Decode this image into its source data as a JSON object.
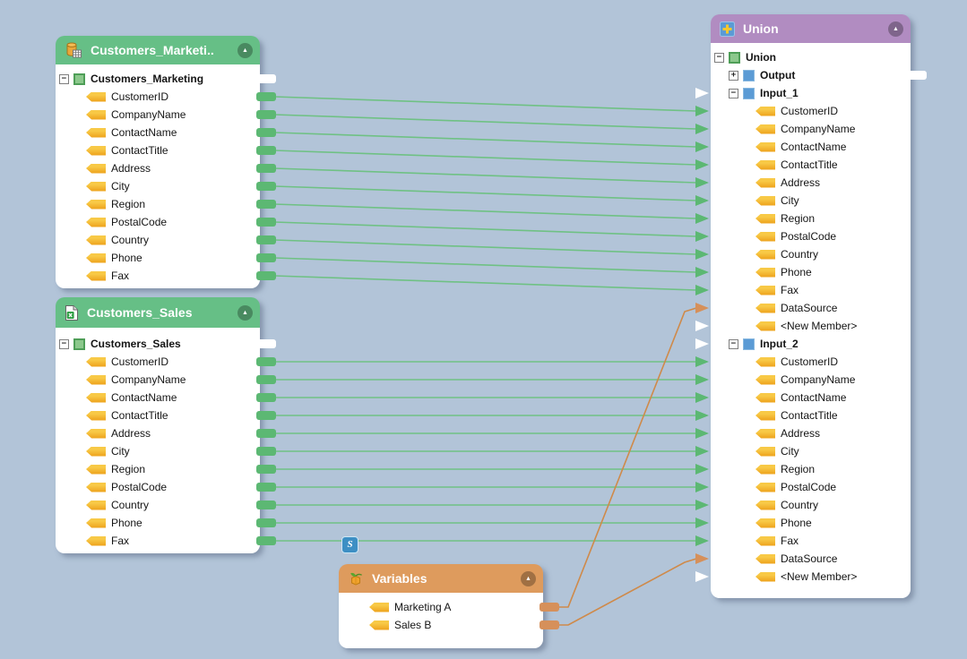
{
  "canvas": {
    "background": "#b2c4d8"
  },
  "theme": {
    "green_header": "#66bf86",
    "purple_header": "#b18cc1",
    "orange_header": "#de9b5d",
    "wire_green": "#6fc184",
    "wire_orange": "#cf8a4a",
    "stub_green": "#5cb873",
    "stub_orange": "#d6905a",
    "stub_white": "#ffffff",
    "badge_blue": "#3d8fc4"
  },
  "row_icons": {
    "element": "tag-icon",
    "root": "table-node-icon",
    "node": "structure-node-icon"
  },
  "expand_glyphs": {
    "minus": "−",
    "plus": "+"
  },
  "collapse_glyph": "▲",
  "components": [
    {
      "id": "customers_marketing",
      "title": "Customers_Marketi..",
      "icon": "database-table-icon",
      "header_color": "#66bf86",
      "rows": [
        {
          "label": "Customers_Marketing",
          "kind": "root",
          "bold": true,
          "expand": "minus",
          "indent": 0,
          "out": "white"
        },
        {
          "label": "CustomerID",
          "kind": "element",
          "indent": 1,
          "out": "green"
        },
        {
          "label": "CompanyName",
          "kind": "element",
          "indent": 1,
          "out": "green"
        },
        {
          "label": "ContactName",
          "kind": "element",
          "indent": 1,
          "out": "green"
        },
        {
          "label": "ContactTitle",
          "kind": "element",
          "indent": 1,
          "out": "green"
        },
        {
          "label": "Address",
          "kind": "element",
          "indent": 1,
          "out": "green"
        },
        {
          "label": "City",
          "kind": "element",
          "indent": 1,
          "out": "green"
        },
        {
          "label": "Region",
          "kind": "element",
          "indent": 1,
          "out": "green"
        },
        {
          "label": "PostalCode",
          "kind": "element",
          "indent": 1,
          "out": "green"
        },
        {
          "label": "Country",
          "kind": "element",
          "indent": 1,
          "out": "green"
        },
        {
          "label": "Phone",
          "kind": "element",
          "indent": 1,
          "out": "green"
        },
        {
          "label": "Fax",
          "kind": "element",
          "indent": 1,
          "out": "green"
        }
      ]
    },
    {
      "id": "customers_sales",
      "title": "Customers_Sales",
      "icon": "excel-file-icon",
      "header_color": "#66bf86",
      "rows": [
        {
          "label": "Customers_Sales",
          "kind": "root",
          "bold": true,
          "expand": "minus",
          "indent": 0,
          "out": "white"
        },
        {
          "label": "CustomerID",
          "kind": "element",
          "indent": 1,
          "out": "green"
        },
        {
          "label": "CompanyName",
          "kind": "element",
          "indent": 1,
          "out": "green"
        },
        {
          "label": "ContactName",
          "kind": "element",
          "indent": 1,
          "out": "green"
        },
        {
          "label": "ContactTitle",
          "kind": "element",
          "indent": 1,
          "out": "green"
        },
        {
          "label": "Address",
          "kind": "element",
          "indent": 1,
          "out": "green"
        },
        {
          "label": "City",
          "kind": "element",
          "indent": 1,
          "out": "green"
        },
        {
          "label": "Region",
          "kind": "element",
          "indent": 1,
          "out": "green"
        },
        {
          "label": "PostalCode",
          "kind": "element",
          "indent": 1,
          "out": "green"
        },
        {
          "label": "Country",
          "kind": "element",
          "indent": 1,
          "out": "green"
        },
        {
          "label": "Phone",
          "kind": "element",
          "indent": 1,
          "out": "green"
        },
        {
          "label": "Fax",
          "kind": "element",
          "indent": 1,
          "out": "green"
        }
      ]
    },
    {
      "id": "variables",
      "title": "Variables",
      "icon": "variable-icon",
      "header_color": "#de9b5d",
      "badge": "S",
      "rows": [
        {
          "label": "Marketing A",
          "kind": "element",
          "indent": 1,
          "out": "orange"
        },
        {
          "label": "Sales B",
          "kind": "element",
          "indent": 1,
          "out": "orange"
        }
      ]
    },
    {
      "id": "union",
      "title": "Union",
      "icon": "union-icon",
      "header_color": "#b18cc1",
      "rows": [
        {
          "label": "Union",
          "kind": "root",
          "bold": true,
          "expand": "minus",
          "indent": 0
        },
        {
          "label": "Output",
          "kind": "node",
          "bold": true,
          "expand": "plus",
          "indent": 1,
          "out": "white"
        },
        {
          "label": "Input_1",
          "kind": "node",
          "bold": true,
          "expand": "minus",
          "indent": 1,
          "in": "white"
        },
        {
          "label": "CustomerID",
          "kind": "element",
          "indent": 2,
          "in": "green"
        },
        {
          "label": "CompanyName",
          "kind": "element",
          "indent": 2,
          "in": "green"
        },
        {
          "label": "ContactName",
          "kind": "element",
          "indent": 2,
          "in": "green"
        },
        {
          "label": "ContactTitle",
          "kind": "element",
          "indent": 2,
          "in": "green"
        },
        {
          "label": "Address",
          "kind": "element",
          "indent": 2,
          "in": "green"
        },
        {
          "label": "City",
          "kind": "element",
          "indent": 2,
          "in": "green"
        },
        {
          "label": "Region",
          "kind": "element",
          "indent": 2,
          "in": "green"
        },
        {
          "label": "PostalCode",
          "kind": "element",
          "indent": 2,
          "in": "green"
        },
        {
          "label": "Country",
          "kind": "element",
          "indent": 2,
          "in": "green"
        },
        {
          "label": "Phone",
          "kind": "element",
          "indent": 2,
          "in": "green"
        },
        {
          "label": "Fax",
          "kind": "element",
          "indent": 2,
          "in": "green"
        },
        {
          "label": "DataSource",
          "kind": "element",
          "indent": 2,
          "in": "orange"
        },
        {
          "label": "<New Member>",
          "kind": "element",
          "indent": 2,
          "in": "white"
        },
        {
          "label": "Input_2",
          "kind": "node",
          "bold": true,
          "expand": "minus",
          "indent": 1,
          "in": "white"
        },
        {
          "label": "CustomerID",
          "kind": "element",
          "indent": 2,
          "in": "green"
        },
        {
          "label": "CompanyName",
          "kind": "element",
          "indent": 2,
          "in": "green"
        },
        {
          "label": "ContactName",
          "kind": "element",
          "indent": 2,
          "in": "green"
        },
        {
          "label": "ContactTitle",
          "kind": "element",
          "indent": 2,
          "in": "green"
        },
        {
          "label": "Address",
          "kind": "element",
          "indent": 2,
          "in": "green"
        },
        {
          "label": "City",
          "kind": "element",
          "indent": 2,
          "in": "green"
        },
        {
          "label": "Region",
          "kind": "element",
          "indent": 2,
          "in": "green"
        },
        {
          "label": "PostalCode",
          "kind": "element",
          "indent": 2,
          "in": "green"
        },
        {
          "label": "Country",
          "kind": "element",
          "indent": 2,
          "in": "green"
        },
        {
          "label": "Phone",
          "kind": "element",
          "indent": 2,
          "in": "green"
        },
        {
          "label": "Fax",
          "kind": "element",
          "indent": 2,
          "in": "green"
        },
        {
          "label": "DataSource",
          "kind": "element",
          "indent": 2,
          "in": "orange"
        },
        {
          "label": "<New Member>",
          "kind": "element",
          "indent": 2,
          "in": "white"
        }
      ]
    }
  ],
  "connections": [
    {
      "from": [
        "customers_marketing",
        1
      ],
      "to": [
        "union",
        3
      ],
      "color": "green"
    },
    {
      "from": [
        "customers_marketing",
        2
      ],
      "to": [
        "union",
        4
      ],
      "color": "green"
    },
    {
      "from": [
        "customers_marketing",
        3
      ],
      "to": [
        "union",
        5
      ],
      "color": "green"
    },
    {
      "from": [
        "customers_marketing",
        4
      ],
      "to": [
        "union",
        6
      ],
      "color": "green"
    },
    {
      "from": [
        "customers_marketing",
        5
      ],
      "to": [
        "union",
        7
      ],
      "color": "green"
    },
    {
      "from": [
        "customers_marketing",
        6
      ],
      "to": [
        "union",
        8
      ],
      "color": "green"
    },
    {
      "from": [
        "customers_marketing",
        7
      ],
      "to": [
        "union",
        9
      ],
      "color": "green"
    },
    {
      "from": [
        "customers_marketing",
        8
      ],
      "to": [
        "union",
        10
      ],
      "color": "green"
    },
    {
      "from": [
        "customers_marketing",
        9
      ],
      "to": [
        "union",
        11
      ],
      "color": "green"
    },
    {
      "from": [
        "customers_marketing",
        10
      ],
      "to": [
        "union",
        12
      ],
      "color": "green"
    },
    {
      "from": [
        "customers_marketing",
        11
      ],
      "to": [
        "union",
        13
      ],
      "color": "green"
    },
    {
      "from": [
        "customers_sales",
        1
      ],
      "to": [
        "union",
        17
      ],
      "color": "green"
    },
    {
      "from": [
        "customers_sales",
        2
      ],
      "to": [
        "union",
        18
      ],
      "color": "green"
    },
    {
      "from": [
        "customers_sales",
        3
      ],
      "to": [
        "union",
        19
      ],
      "color": "green"
    },
    {
      "from": [
        "customers_sales",
        4
      ],
      "to": [
        "union",
        20
      ],
      "color": "green"
    },
    {
      "from": [
        "customers_sales",
        5
      ],
      "to": [
        "union",
        21
      ],
      "color": "green"
    },
    {
      "from": [
        "customers_sales",
        6
      ],
      "to": [
        "union",
        22
      ],
      "color": "green"
    },
    {
      "from": [
        "customers_sales",
        7
      ],
      "to": [
        "union",
        23
      ],
      "color": "green"
    },
    {
      "from": [
        "customers_sales",
        8
      ],
      "to": [
        "union",
        24
      ],
      "color": "green"
    },
    {
      "from": [
        "customers_sales",
        9
      ],
      "to": [
        "union",
        25
      ],
      "color": "green"
    },
    {
      "from": [
        "customers_sales",
        10
      ],
      "to": [
        "union",
        26
      ],
      "color": "green"
    },
    {
      "from": [
        "customers_sales",
        11
      ],
      "to": [
        "union",
        27
      ],
      "color": "green"
    },
    {
      "from": [
        "variables",
        0
      ],
      "to": [
        "union",
        14
      ],
      "color": "orange",
      "bend": true
    },
    {
      "from": [
        "variables",
        1
      ],
      "to": [
        "union",
        28
      ],
      "color": "orange",
      "bend": true
    }
  ]
}
